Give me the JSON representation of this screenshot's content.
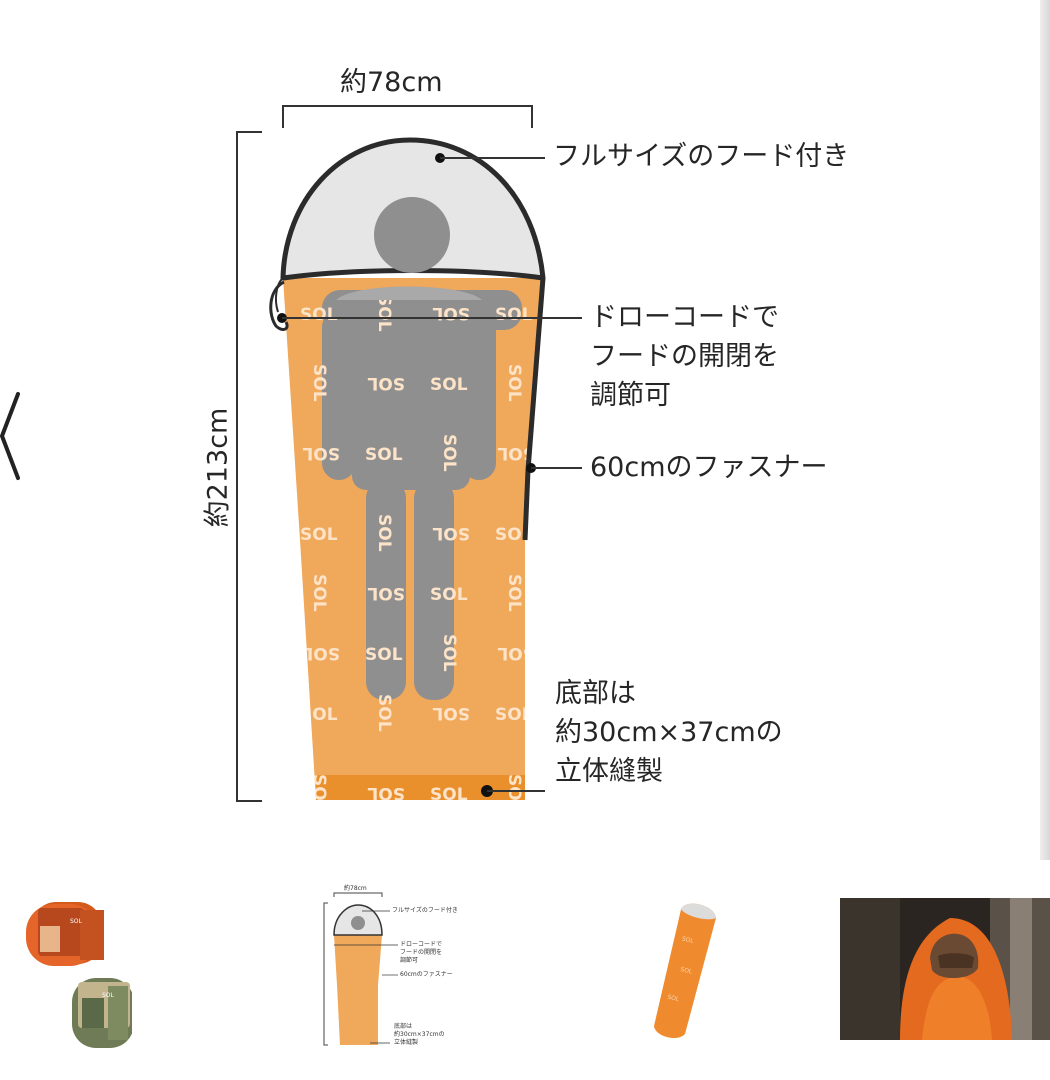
{
  "diagram": {
    "width_label": "約78cm",
    "height_label": "約213cm",
    "callouts": {
      "hood": "フルサイズのフード付き",
      "drawcord": [
        "ドローコードで",
        "フードの開閉を",
        "調節可"
      ],
      "zipper": "60cmのファスナー",
      "bottom": [
        "底部は",
        "約30cm×37cmの",
        "立体縫製"
      ]
    },
    "logo_text": "SOL",
    "colors": {
      "bag_orange": "#f0a85a",
      "hood_gray": "#e6e6e6",
      "figure_gray": "#8f8f8f",
      "outline": "#2b2b2b"
    }
  },
  "navigation": {
    "prev_icon": "chevron-left-icon"
  },
  "thumbnails": {
    "selected_index": 1,
    "items": [
      {
        "name": "package-photo",
        "brand": "SOL"
      },
      {
        "name": "diagram-thumb"
      },
      {
        "name": "bag-photo"
      },
      {
        "name": "person-photo"
      }
    ]
  }
}
